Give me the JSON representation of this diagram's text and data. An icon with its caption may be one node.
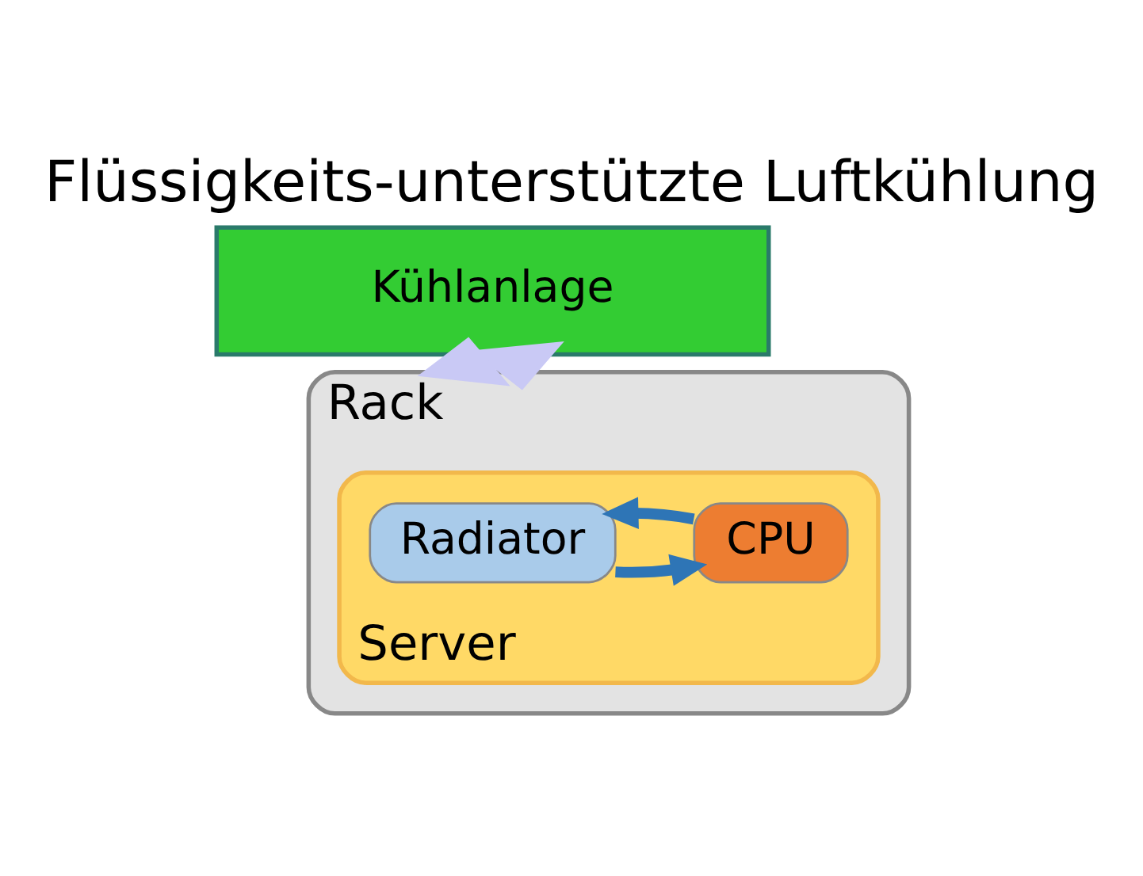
{
  "diagram": {
    "title": "Flüssigkeits-unterstützte Luftkühlung",
    "nodes": [
      {
        "text": [
          "Kühlanlage"
        ]
      },
      {
        "text": [
          "Rack"
        ]
      },
      {
        "text": [
          "Server"
        ],
        "in": 1
      },
      {
        "text": [
          "Radiator"
        ],
        "in": 2
      },
      {
        "text": [
          "CPU"
        ],
        "in": 2
      }
    ],
    "edges": [
      {
        "from": 0,
        "to": 1,
        "arrow": "to",
        "style": "thick",
        "color": "#c9c9f5"
      },
      {
        "from": 1,
        "to": 0,
        "arrow": "to",
        "style": "thick",
        "color": "#c9c9f5"
      },
      {
        "from": 3,
        "to": 4,
        "arrow": "to"
      },
      {
        "from": 4,
        "to": 3,
        "arrow": "to"
      }
    ]
  }
}
